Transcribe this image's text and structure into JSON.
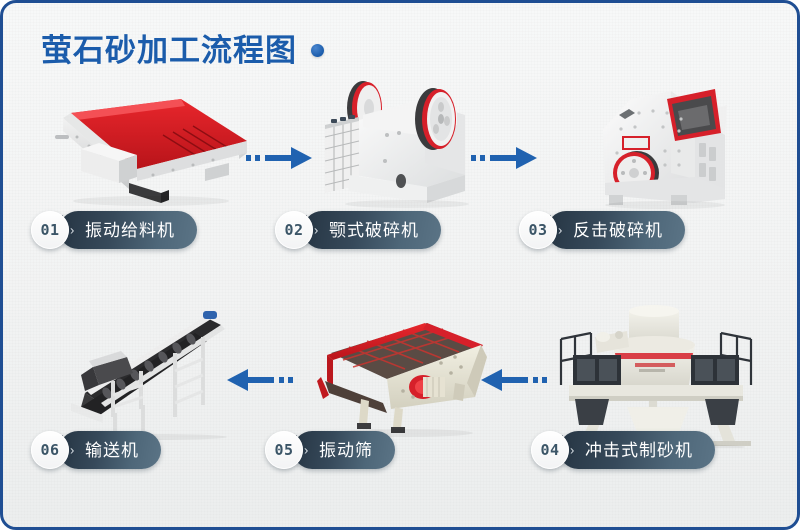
{
  "header": {
    "title": "萤石砂加工流程图",
    "dot_icon": "circle-dot-icon"
  },
  "theme": {
    "border_color": "#1f4e93",
    "title_color": "#1b5cab",
    "arrow_color": "#2062b0",
    "bubble_dark": "#263543",
    "bubble_light": "#5b7486",
    "accent_red": "#d6202a",
    "background": "#f4f5f5"
  },
  "flow": {
    "steps": [
      {
        "number": "01",
        "label": "振动给料机",
        "icon": "vibrating-feeder-icon",
        "chevron": "›"
      },
      {
        "number": "02",
        "label": "颚式破碎机",
        "icon": "jaw-crusher-icon",
        "chevron": "›"
      },
      {
        "number": "03",
        "label": "反击破碎机",
        "icon": "impact-crusher-icon",
        "chevron": "›"
      },
      {
        "number": "04",
        "label": "冲击式制砂机",
        "icon": "sand-making-machine-icon",
        "chevron": "›"
      },
      {
        "number": "05",
        "label": "振动筛",
        "icon": "vibrating-screen-icon",
        "chevron": "›"
      },
      {
        "number": "06",
        "label": "输送机",
        "icon": "belt-conveyor-icon",
        "chevron": "›"
      }
    ],
    "arrows": [
      {
        "name": "arrow-step1-to-step2",
        "direction": "right"
      },
      {
        "name": "arrow-step2-to-step3",
        "direction": "right"
      },
      {
        "name": "arrow-step4-to-step5",
        "direction": "left"
      },
      {
        "name": "arrow-step5-to-step6",
        "direction": "left"
      }
    ]
  }
}
